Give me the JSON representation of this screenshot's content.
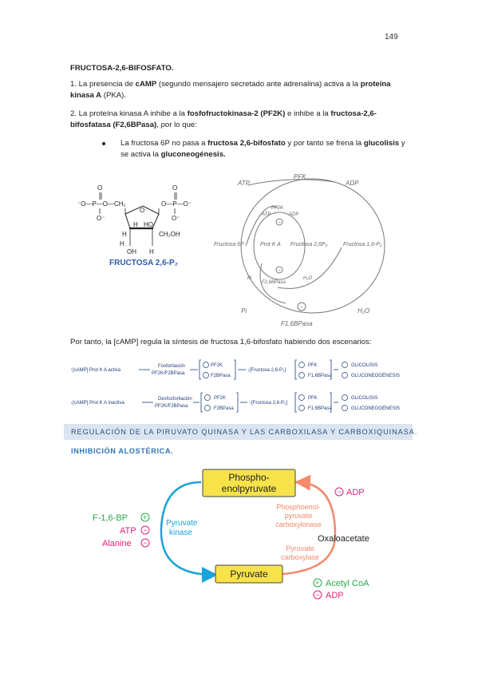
{
  "page_number": "149",
  "title": "FRUCTOSA-2,6-BIFOSFATO.",
  "para1": {
    "pre": "1. La presencia de ",
    "camp": "cAMP",
    "mid": " (segundo mensajero secretado ante adrenalina) activa a la ",
    "prot": "proteína kinasa A",
    "post": " (PKA)."
  },
  "para2": {
    "pre": "2. La proteína kinasa A inhibe a la ",
    "pfk": "fosfofructokinasa-2 (PF2K)",
    "mid": " e inhibe a la ",
    "fbp": "fructosa-2,6-bifosfatasa (F2,6BPasa)",
    "post": ", por lo que:"
  },
  "bullet": {
    "pre": "La fructosa 6P no pasa a ",
    "f26": "fructosa 2,6-bifosfato",
    "mid": " y por tanto se frena la ",
    "gluc": "glucolisis",
    "mid2": " y se activa la ",
    "neo": "gluconeogénesis."
  },
  "structure": {
    "o_top1": "O",
    "o_top2": "O",
    "p_left": "⁻O—P—O—CH₂",
    "p_right": "O—P—O⁻",
    "o_bot1": "O⁻",
    "o_bot2": "O⁻",
    "ring_o": "O",
    "h1": "H",
    "h2": "H",
    "ho": "HO",
    "h3": "H",
    "ch2oh": "CH₂OH",
    "oh": "OH",
    "h4": "H",
    "caption": "FRUCTOSA 2,6-P₂",
    "caption_color": "#2e5aa8"
  },
  "cycle": {
    "atp": "ATP",
    "pfk": "PFK",
    "adp": "ADP",
    "atp2": "ATP",
    "pf2k": "PF2K",
    "adp2": "ADP",
    "f6p": "Fructosa 6P",
    "protka": "Prot K A",
    "f26": "Fructosa 2,6P₂",
    "f16": "Fructosa 1,6-P₂",
    "pi": "Pi",
    "f26bpasa_small": "F2,6BPasa",
    "h2o": "H₂O",
    "pi2": "Pi",
    "h2o2": "H₂O",
    "f16bpasa": "F1,6BPasa",
    "minus": "−",
    "plus": "+"
  },
  "camp_sentence": "Por tanto, la [cAMP] regula la síntesis de fructosa 1,6-bifosfato habiendo dos escenarios:",
  "scenario1": {
    "start": "↑[cAMP] Prot K A activa",
    "process": "Fosforilación",
    "enz": "PF2K/F2BPasa",
    "b1": "PF2K",
    "b2": "F2BPasa",
    "result": "↓[Fructosa 2,6-P₂]",
    "c1": "PFK",
    "c2": "F1,6BPasa",
    "d1": "GLICOLISIS",
    "d2": "GLUCONEOGÉNESIS"
  },
  "scenario2": {
    "start": "↓[cAMP] Prot K A inactiva",
    "process": "Desfosforilación",
    "enz": "PF2K/F2BPasa",
    "b1": "PF2K",
    "b2": "F2BPasa",
    "result": "↑[Fructosa 2,6-P₂]",
    "c1": "PFK",
    "c2": "F1,6BPasa",
    "d1": "GLICOLISIS",
    "d2": "GLUCONEOGÉNESIS"
  },
  "section_title": "REGULACIÓN DE LA PIRUVATO QUINASA Y LAS CARBOXILASA Y CARBOXIQUINASA.",
  "subheading": "INHIBICIÓN ALOSTÉRICA.",
  "allosteric": {
    "pep": "Phospho-",
    "pep2": "enolpyruvate",
    "pyruvate": "Pyruvate",
    "pk": "Pyruvate",
    "pk2": "kinase",
    "pepck1": "Phosphoenol-",
    "pepck2": "pyruvate",
    "pepck3": "carboxykinase",
    "pc1": "Pyruvate",
    "pc2": "carboxylase",
    "oaa": "Oxaloacetate",
    "f16bp": "F-1,6-BP",
    "atp": "ATP",
    "alanine": "Alanine",
    "adp": "ADP",
    "acetylcoa": "Acetyl CoA",
    "adp2": "ADP",
    "plus": "+",
    "minus": "−",
    "color_box": "#f7e24a",
    "color_blue": "#1aa3d8",
    "color_salmon": "#f28a6b",
    "color_green": "#2aa84a",
    "color_magenta": "#e0247a"
  }
}
